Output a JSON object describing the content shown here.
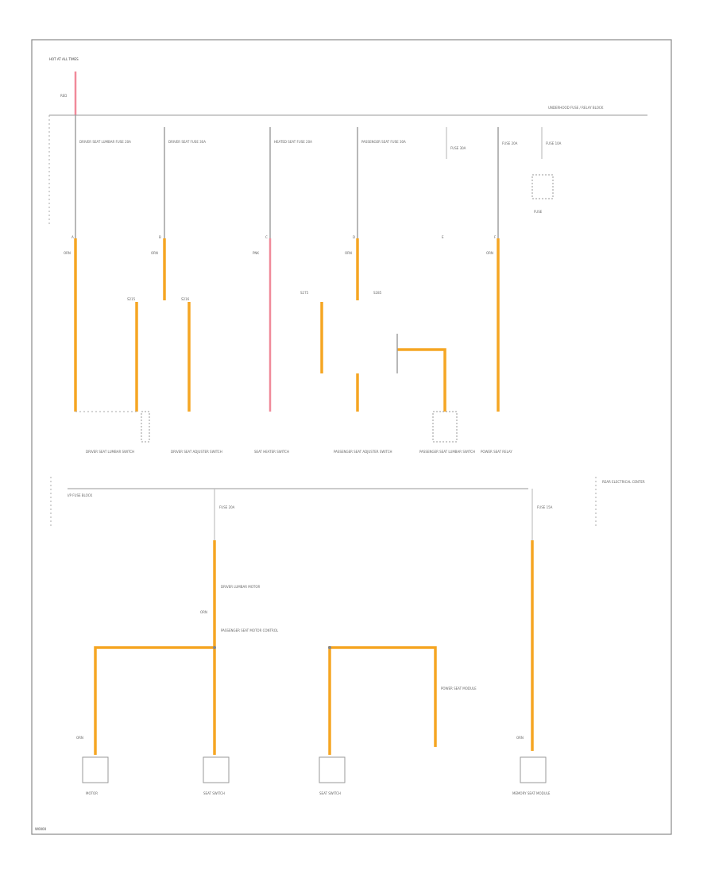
{
  "diagram": {
    "top_label": "HOT AT ALL TIMES",
    "top_wire_code": "RED",
    "bus_top_label": "UNDERHOOD FUSE / RELAY BLOCK",
    "relay_label": "FUSE",
    "mid_left_label": "I/P FUSE BLOCK",
    "mid_right_label": "REAR ELECTRICAL CENTER",
    "footer_code": "W0000",
    "fuses": [
      {
        "label": "DRIVER SEAT LUMBAR FUSE 20A"
      },
      {
        "label": "DRIVER SEAT FUSE 30A"
      },
      {
        "label": "HEATED SEAT FUSE 20A"
      },
      {
        "label": "PASSENGER SEAT FUSE 30A"
      },
      {
        "label": "FUSE 30A"
      },
      {
        "label": "FUSE 20A"
      },
      {
        "label": "FUSE 10A"
      }
    ],
    "splices": [
      {
        "label": "S215"
      },
      {
        "label": "S216"
      },
      {
        "label": "S275"
      },
      {
        "label": "S285"
      }
    ],
    "wire_codes": [
      "ORN",
      "ORN",
      "PNK",
      "ORN",
      "ORN",
      "ORN",
      "ORN",
      "ORN"
    ],
    "top_components": [
      {
        "label": "DRIVER SEAT LUMBAR SWITCH"
      },
      {
        "label": "DRIVER SEAT ADJUSTER SWITCH"
      },
      {
        "label": "SEAT HEATER SWITCH"
      },
      {
        "label": "PASSENGER SEAT ADJUSTER SWITCH"
      },
      {
        "label": "PASSENGER SEAT LUMBAR SWITCH"
      },
      {
        "label": "POWER SEAT RELAY"
      }
    ],
    "bottom_fuses": [
      {
        "label": "FUSE 20A"
      },
      {
        "label": "FUSE 15A"
      }
    ],
    "bottom_notes": [
      {
        "label": "DRIVER LUMBAR MOTOR"
      },
      {
        "label": "PASSENGER SEAT MOTOR CONTROL"
      },
      {
        "label": "POWER SEAT MODULE"
      }
    ],
    "bottom_components": [
      {
        "label": "MOTOR"
      },
      {
        "label": "SEAT SWITCH"
      },
      {
        "label": "SEAT SWITCH"
      },
      {
        "label": "MEMORY SEAT MODULE"
      }
    ]
  }
}
